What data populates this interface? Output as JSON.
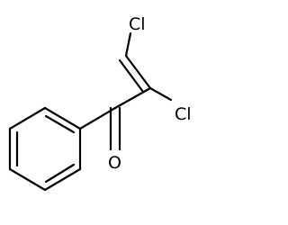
{
  "molecule": {
    "atoms": {
      "cl_top": "Cl",
      "cl_right": "Cl",
      "oxygen": "O"
    },
    "colors": {
      "bond": "#000000",
      "label": "#000000",
      "background": "#ffffff"
    }
  }
}
